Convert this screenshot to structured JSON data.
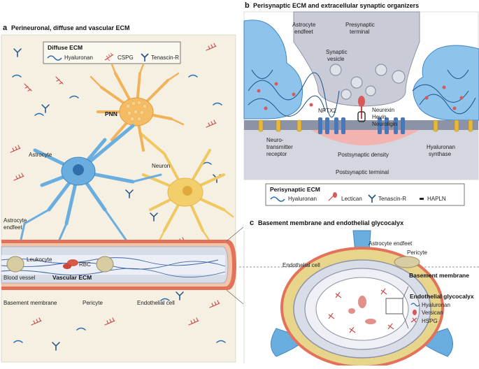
{
  "panel_a": {
    "letter": "a",
    "title": "Perineuronal, diffuse and vascular ECM",
    "legend": {
      "title": "Diffuse ECM",
      "items": [
        "Hyaluronan",
        "CSPG",
        "Tenascin-R"
      ]
    },
    "labels": {
      "pnn": "PNN",
      "astrocyte": "Astrocyte",
      "neuron": "Neuron",
      "astrocyte_endfeet_1": "Astrocyte",
      "astrocyte_endfeet_2": "endfeet",
      "leukocyte": "Leukocyte",
      "rbc": "RBC",
      "blood_vessel": "Blood vessel",
      "vascular_ecm": "Vascular ECM",
      "basement_membrane": "Basement membrane",
      "pericyte": "Pericyte",
      "endothelial_cell": "Endothelial cell"
    }
  },
  "panel_b": {
    "letter": "b",
    "title": "Perisynaptic ECM and extracellular synaptic organizers",
    "labels": {
      "astrocyte_endfeet_1": "Astrocyte",
      "astrocyte_endfeet_2": "endfeet",
      "presynaptic_1": "Presynaptic",
      "presynaptic_2": "terminal",
      "synaptic_vesicle_1": "Synaptic",
      "synaptic_vesicle_2": "vesicle",
      "neurexin": "Neurexin",
      "hevin": "Hevin",
      "neuroligin": "Neuroligin",
      "nptx2": "NPTX2",
      "neurotransmitter_1": "Neuro-",
      "neurotransmitter_2": "transmitter",
      "neurotransmitter_3": "receptor",
      "postsynaptic_density": "Postsynaptic density",
      "postsynaptic_terminal": "Postsynaptic terminal",
      "hyaluronan_synthase_1": "Hyaluronan",
      "hyaluronan_synthase_2": "synthase"
    },
    "legend": {
      "title": "Perisynaptic ECM",
      "items": [
        "Hyaluronan",
        "Lectican",
        "Tenascin-R",
        "HAPLN"
      ]
    }
  },
  "panel_c": {
    "letter": "c",
    "title": "Basement membrane and endothelial glycocalyx",
    "labels": {
      "astrocyte_endfeet": "Astrocyte endfeet",
      "pericyte": "Pericyte",
      "endothelial_cell": "Endothelial cell",
      "basement_membrane": "Basement membrane"
    },
    "legend": {
      "title": "Endothelial glycocalyx",
      "items": [
        "Hyaluronan",
        "Versican",
        "HSPG"
      ]
    }
  },
  "colors": {
    "astrocyte": "#6aaee0",
    "astrocyte_dark": "#2f6ea8",
    "neuron_yellow": "#f3cf6b",
    "neuron_orange": "#f2b25a",
    "vessel_red": "#e2725a",
    "vessel_inner": "#d9dde8",
    "ecm_bg": "#f6f1e3",
    "synapse_grey": "#c9ccd6",
    "hyaluronan": "#2a6fb0",
    "cspg": "#d14a4a"
  }
}
